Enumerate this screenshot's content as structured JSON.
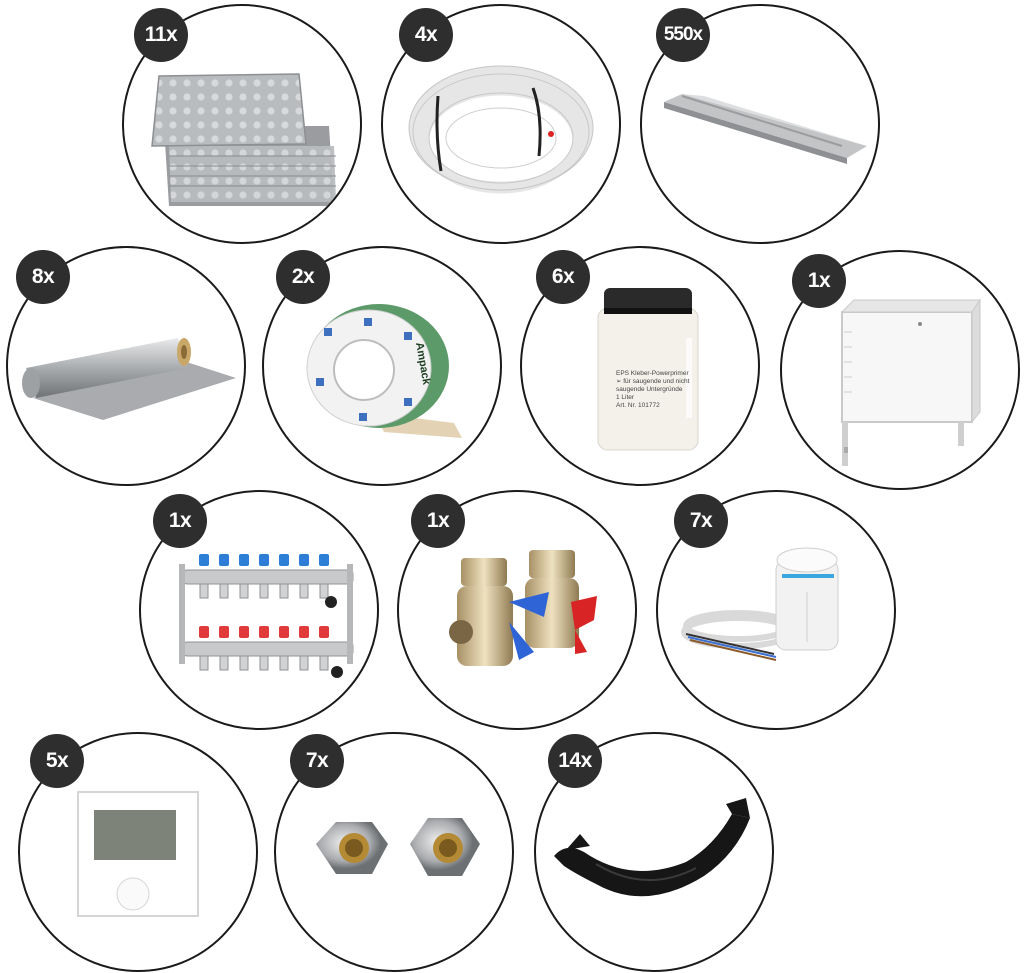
{
  "items": [
    {
      "name": "eps-insulation-boards",
      "count": "11x"
    },
    {
      "name": "pex-pipe-coil",
      "count": "4x"
    },
    {
      "name": "heat-conducting-profiles",
      "count": "550x"
    },
    {
      "name": "foil-roll",
      "count": "8x"
    },
    {
      "name": "edge-insulation-tape",
      "count": "2x"
    },
    {
      "name": "primer-jar",
      "count": "6x",
      "label_lines": [
        "EPS Kleber-Powerprimer",
        "➢ für saugende und nicht",
        "   saugende Untergründe",
        "",
        "1 Liter",
        "",
        "Art. Nr. 101772"
      ]
    },
    {
      "name": "distribution-cabinet",
      "count": "1x"
    },
    {
      "name": "manifold",
      "count": "1x"
    },
    {
      "name": "ball-valves",
      "count": "1x"
    },
    {
      "name": "thermal-actuator",
      "count": "7x"
    },
    {
      "name": "room-thermostat",
      "count": "5x"
    },
    {
      "name": "compression-fittings",
      "count": "7x"
    },
    {
      "name": "pipe-bend-supports",
      "count": "14x"
    }
  ],
  "colors": {
    "badge": "#2e2e2e",
    "outline": "#1a1a1a",
    "valve_blue": "#2f64d6",
    "valve_red": "#d82424"
  }
}
